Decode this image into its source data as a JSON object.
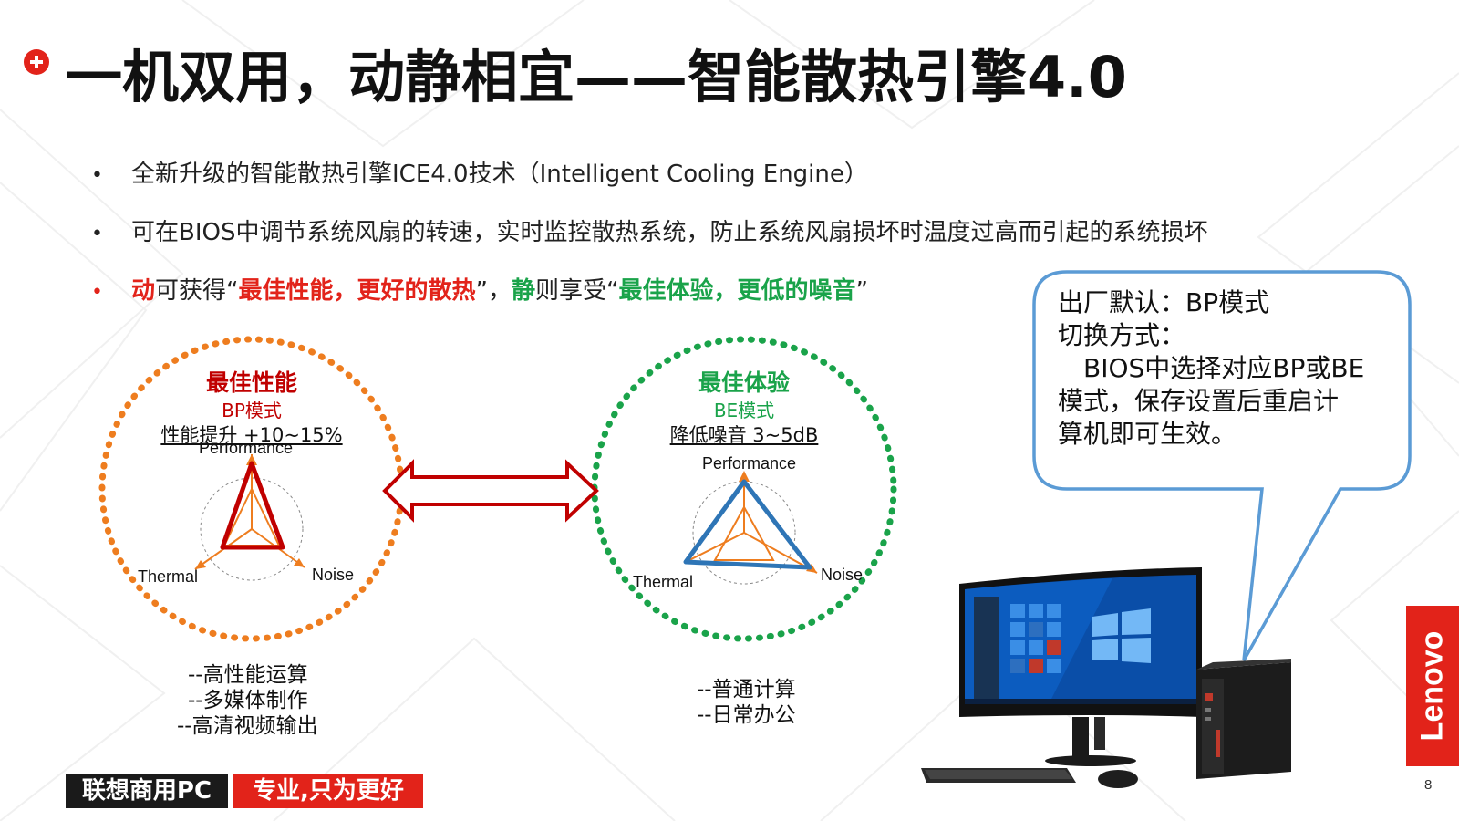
{
  "title": "一机双用，动静相宜——智能散热引擎4.0",
  "bullets": [
    {
      "marker": "•",
      "text": "全新升级的智能散热引擎ICE4.0技术（Intelligent Cooling Engine）"
    },
    {
      "marker": "•",
      "text": "可在BIOS中调节系统风扇的转速，实时监控散热系统，防止系统风扇损坏时温度过高而引起的系统损坏"
    }
  ],
  "bullet3": {
    "marker": "•",
    "dong": "动",
    "dong_rest": "可获得“",
    "perf_phrase": "最佳性能，更好的散热",
    "mid": "”，",
    "jing": "静",
    "jing_rest": "则享受“",
    "exp_phrase": "最佳体验，更低的噪音",
    "end": "”"
  },
  "left_panel": {
    "title": "最佳性能",
    "mode": "BP模式",
    "metric": "性能提升 +10~15%",
    "axis_top": "Performance",
    "axis_left": "Thermal",
    "axis_right": "Noise",
    "usages": [
      "--高性能运算",
      "--多媒体制作",
      "--高清视频输出"
    ]
  },
  "right_panel": {
    "title": "最佳体验",
    "mode": "BE模式",
    "metric": "降低噪音 3~5dB",
    "axis_top": "Performance",
    "axis_left": "Thermal",
    "axis_right": "Noise",
    "usages": [
      "--普通计算",
      "--日常办公"
    ]
  },
  "bubble": {
    "line1": "出厂默认：BP模式",
    "line2": "切换方式：",
    "line3": "　BIOS中选择对应BP或BE",
    "line4": "模式，保存设置后重启计",
    "line5": "算机即可生效。"
  },
  "footer": {
    "brand": "联想商用PC",
    "slogan": "专业,只为更好",
    "logo": "Lenovo",
    "page": "8"
  },
  "colors": {
    "accent_red": "#e2231a",
    "orange_dots": "#ee7d1f",
    "green_dots": "#1aa34a",
    "bubble_border": "#5b9bd5"
  },
  "icons": [
    "plus-circle-icon",
    "double-arrow-icon",
    "radar-chart-icon",
    "desktop-pc-image"
  ]
}
